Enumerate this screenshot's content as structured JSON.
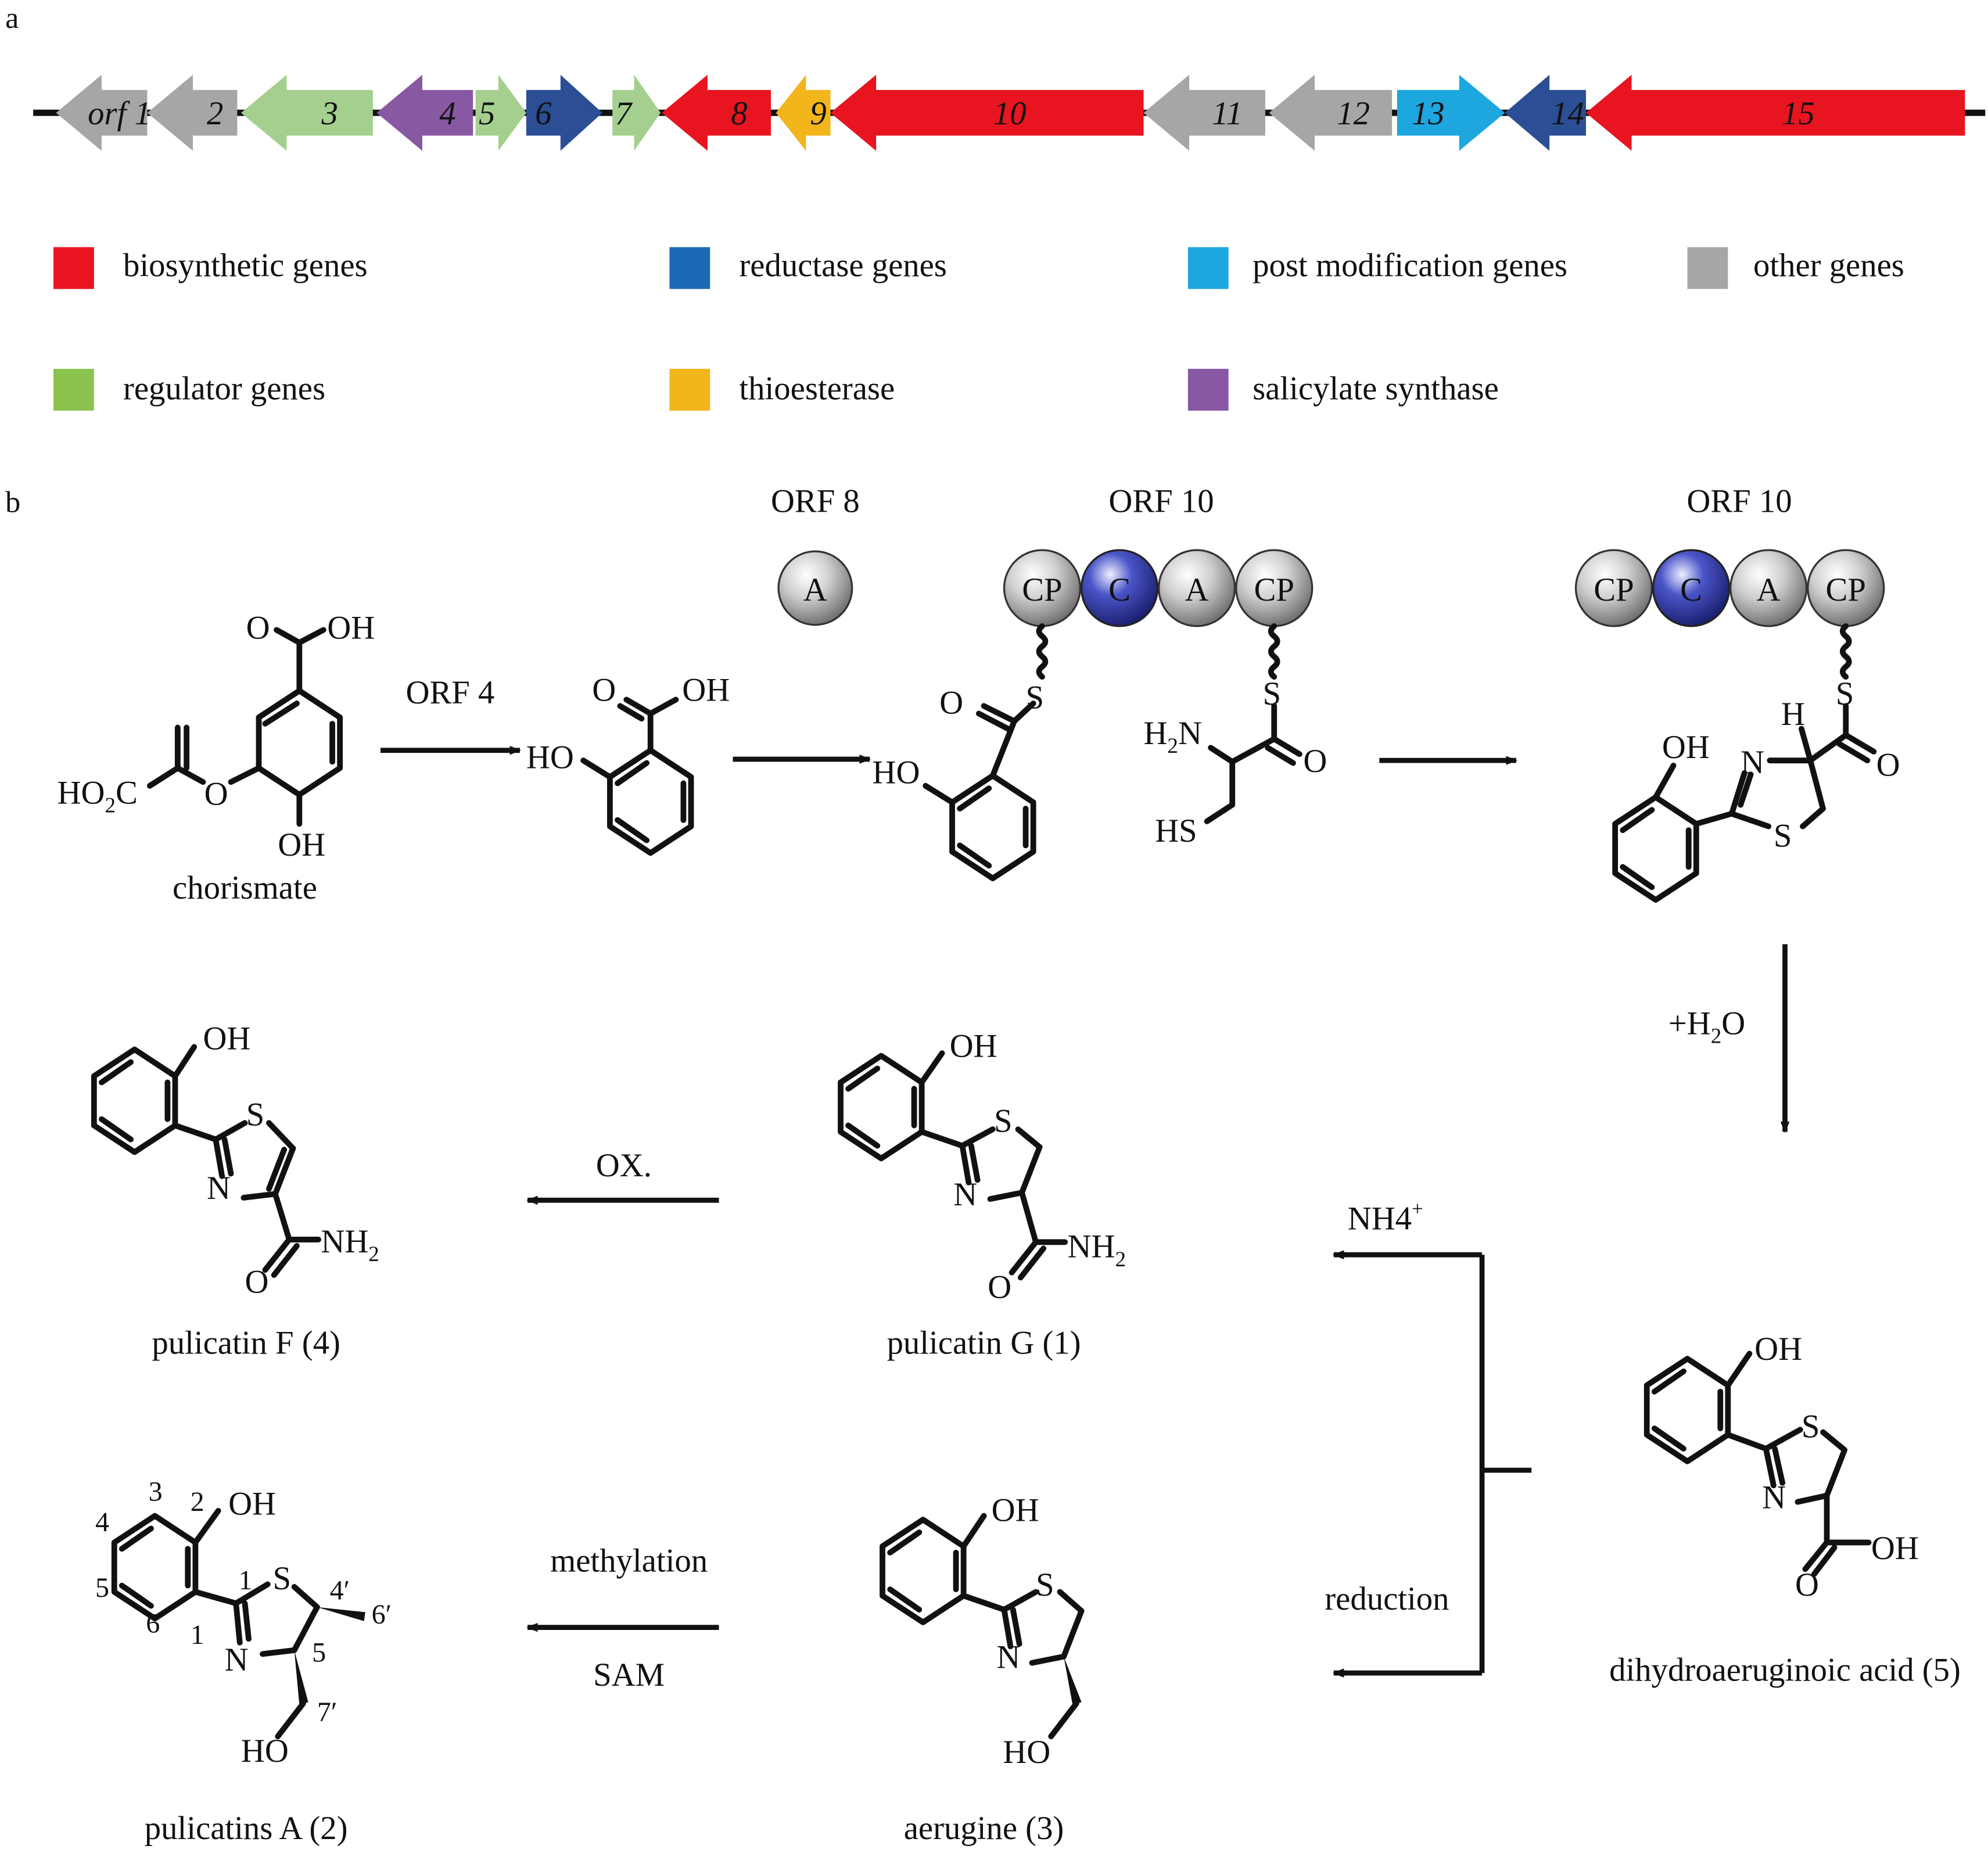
{
  "panel_labels": {
    "a": "a",
    "b": "b"
  },
  "genes": [
    {
      "label": "orf 1",
      "category": "other",
      "dir": "left"
    },
    {
      "label": "2",
      "category": "other",
      "dir": "left"
    },
    {
      "label": "3",
      "category": "regulator",
      "dir": "left"
    },
    {
      "label": "4",
      "category": "salicylate",
      "dir": "left"
    },
    {
      "label": "5",
      "category": "regulator",
      "dir": "right"
    },
    {
      "label": "6",
      "category": "reductase",
      "dir": "right"
    },
    {
      "label": "7",
      "category": "regulator",
      "dir": "right"
    },
    {
      "label": "8",
      "category": "biosynthetic",
      "dir": "left"
    },
    {
      "label": "9",
      "category": "thioesterase",
      "dir": "left"
    },
    {
      "label": "10",
      "category": "biosynthetic",
      "dir": "left"
    },
    {
      "label": "11",
      "category": "other",
      "dir": "left"
    },
    {
      "label": "12",
      "category": "other",
      "dir": "left"
    },
    {
      "label": "13",
      "category": "post",
      "dir": "right"
    },
    {
      "label": "14",
      "category": "reductase",
      "dir": "left"
    },
    {
      "label": "15",
      "category": "biosynthetic",
      "dir": "left"
    }
  ],
  "colors": {
    "biosynthetic": "#e8141f",
    "reductase": "#2b4e94",
    "reductase_legend": "#1b69b6",
    "post": "#1ea6df",
    "other": "#a6a6a6",
    "regulator": "#a5cf8e",
    "regulator_legend": "#8bc34f",
    "thioesterase": "#f2b51c",
    "salicylate": "#8958a3"
  },
  "legend": [
    {
      "key": "biosynthetic",
      "label": "biosynthetic genes"
    },
    {
      "key": "reductase",
      "label": "reductase genes"
    },
    {
      "key": "post",
      "label": "post modification genes"
    },
    {
      "key": "other",
      "label": "other genes"
    },
    {
      "key": "regulator",
      "label": "regulator genes"
    },
    {
      "key": "thioesterase",
      "label": "thioesterase"
    },
    {
      "key": "salicylate",
      "label": "salicylate synthase"
    }
  ],
  "enzymes": {
    "orf8_title": "ORF 8",
    "orf10_title_1": "ORF 10",
    "orf10_title_2": "ORF 10",
    "domain_a": "A",
    "domain_c": "C",
    "domain_cp": "CP"
  },
  "compounds": {
    "chorismate": "chorismate",
    "pulicatin_f": "pulicatin F (4)",
    "pulicatin_g": "pulicatin G (1)",
    "pulicatins_a": "pulicatins A (2)",
    "aerugine": "aerugine (3)",
    "dihydroaeruginoic": "dihydroaeruginoic acid (5)"
  },
  "reactions": {
    "orf4": "ORF 4",
    "water": "+H",
    "water_sub": "2",
    "water_end": "O",
    "ox": "OX.",
    "nh4": "NH4",
    "nh4_sup": "+",
    "reduction": "reduction",
    "methylation": "methylation",
    "sam": "SAM"
  },
  "atoms": {
    "oh": "OH",
    "ho": "HO",
    "o": "O",
    "s": "S",
    "n": "N",
    "h": "H",
    "hs": "HS",
    "ho2c": "HO",
    "ho2c_sub": "2",
    "ho2c_end": "C",
    "h2n_h": "H",
    "h2n_sub": "2",
    "h2n_n": "N",
    "nh2": "NH",
    "nh2_sub": "2"
  },
  "numbering": [
    "1",
    "2",
    "3",
    "4",
    "5",
    "6",
    "1",
    "4′",
    "5",
    "6′",
    "7′"
  ]
}
